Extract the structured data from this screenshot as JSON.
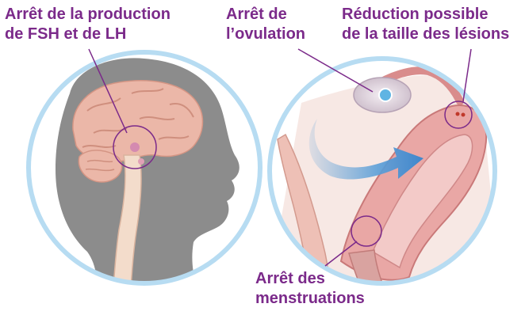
{
  "colors": {
    "label": "#7b2a8a",
    "ring": "#b7dcf2",
    "skin": "#f0d5c0",
    "brain": "#ebb7a8",
    "silhouette": "#8c8c8c",
    "arrow": "#5b9fd8",
    "callout": "#7b2a8a"
  },
  "labels": {
    "fsh_lh": [
      "Arrêt de la production",
      "de FSH et de LH"
    ],
    "ovulation": [
      "Arrêt de",
      "l’ovulation"
    ],
    "lesions": [
      "Réduction possible",
      "de la taille des lésions"
    ],
    "menstruations": [
      "Arrêt des",
      "menstruations"
    ]
  },
  "icons": {
    "head": "head-brain-illustration",
    "uterus": "uterus-illustration",
    "arrow": "curved-arrow-icon"
  }
}
